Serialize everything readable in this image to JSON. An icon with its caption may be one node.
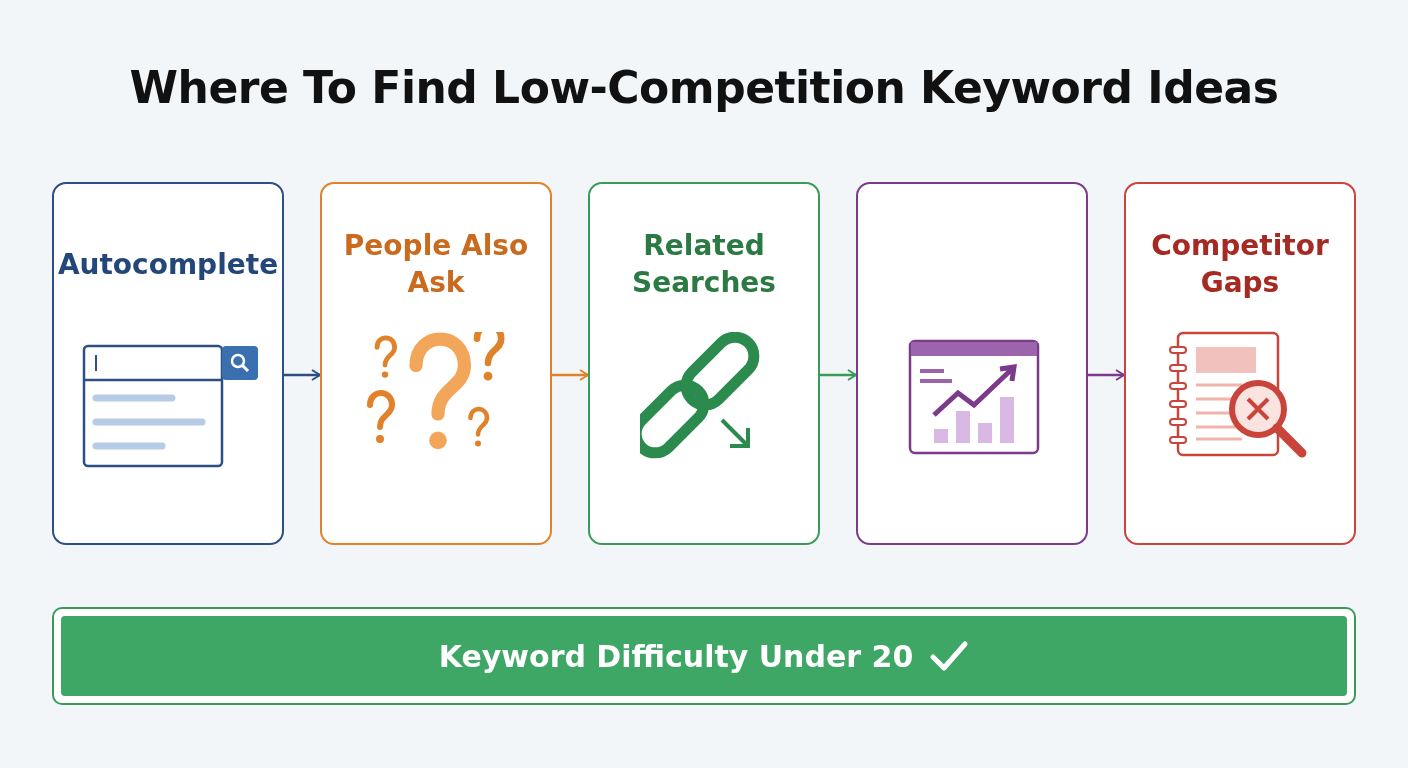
{
  "diagram": {
    "title": "Where To Find Low-Competition Keyword Ideas",
    "nodes": [
      {
        "text": [
          "Autocomplete"
        ]
      },
      {
        "text": [
          "People Also Ask"
        ]
      },
      {
        "text": [
          "Related Searches"
        ]
      },
      {
        "text": [],
        "shape": "box"
      },
      {
        "text": [
          "Competitor Gaps"
        ]
      },
      {
        "text": [
          "Keyword Difficulty Under 20"
        ]
      }
    ],
    "edges": [
      {
        "from": 0,
        "to": 1,
        "arrow": "to",
        "color": "#2c4f85"
      },
      {
        "from": 1,
        "to": 2,
        "arrow": "to",
        "color": "#e0822a"
      },
      {
        "from": 2,
        "to": 3,
        "arrow": "to",
        "color": "#3a9a5a"
      },
      {
        "from": 3,
        "to": 4,
        "arrow": "to",
        "color": "#7b3a8a"
      }
    ]
  }
}
